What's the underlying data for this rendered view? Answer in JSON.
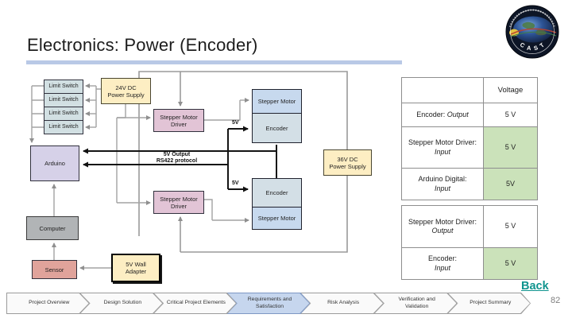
{
  "slide": {
    "title": "Electronics: Power (Encoder)",
    "back_label": "Back",
    "page_number": "82"
  },
  "logo": {
    "text": "CAST"
  },
  "diagram": {
    "boxes": [
      {
        "id": "limit-switch-1",
        "label": "Limit Switch"
      },
      {
        "id": "limit-switch-2",
        "label": "Limit Switch"
      },
      {
        "id": "limit-switch-3",
        "label": "Limit Switch"
      },
      {
        "id": "limit-switch-4",
        "label": "Limit Switch"
      },
      {
        "id": "psu-24v",
        "label": "24V DC\nPower Supply"
      },
      {
        "id": "stepper-driver-top",
        "label": "Stepper Motor\nDriver"
      },
      {
        "id": "stepper-motor-top",
        "label": "Stepper Motor"
      },
      {
        "id": "encoder-top",
        "label": "Encoder"
      },
      {
        "id": "arduino",
        "label": "Arduino"
      },
      {
        "id": "psu-36v",
        "label": "36V DC\nPower Supply"
      },
      {
        "id": "stepper-driver-bottom",
        "label": "Stepper Motor\nDriver"
      },
      {
        "id": "encoder-bottom",
        "label": "Encoder"
      },
      {
        "id": "stepper-motor-bottom",
        "label": "Stepper Motor"
      },
      {
        "id": "computer",
        "label": "Computer"
      },
      {
        "id": "sensor",
        "label": "Sensor"
      },
      {
        "id": "wall-adapter",
        "label": "5V Wall\nAdapter"
      }
    ],
    "labels": {
      "v5_top": "5V",
      "v5_bottom": "5V",
      "rs422": "5V Output\nRS422 protocol"
    }
  },
  "table": {
    "header": {
      "col1": "",
      "col2": "Voltage"
    },
    "rows": [
      {
        "table": 1,
        "name": "Encoder:",
        "qualifier": "Output",
        "inline": true,
        "voltage": "5 V",
        "green": false
      },
      {
        "table": 1,
        "name": "Stepper Motor Driver:",
        "qualifier": "Input",
        "inline": false,
        "voltage": "5 V",
        "green": true
      },
      {
        "table": 1,
        "name": "Arduino Digital:",
        "qualifier": "Input",
        "inline": false,
        "voltage": "5V",
        "green": true
      },
      {
        "table": 2,
        "name": "Stepper Motor Driver:",
        "qualifier": "Output",
        "inline": false,
        "voltage": "5 V",
        "green": false
      },
      {
        "table": 2,
        "name": "Encoder:",
        "qualifier": "Input",
        "inline": false,
        "voltage": "5 V",
        "green": true
      }
    ]
  },
  "nav": {
    "items": [
      {
        "label": "Project Overview",
        "active": false
      },
      {
        "label": "Design Solution",
        "active": false
      },
      {
        "label": "Critical Project Elements",
        "active": false
      },
      {
        "label": "Requirements and Satisfaction",
        "active": true
      },
      {
        "label": "Risk Analysis",
        "active": false
      },
      {
        "label": "Verification and Validation",
        "active": false
      },
      {
        "label": "Project Summary",
        "active": false
      }
    ]
  },
  "colors": {
    "title_underline": "#b9c9e6",
    "nav_active_bg": "#c6d6ee",
    "nav_active_border": "#7e98c4",
    "table_green": "#cbe2ba",
    "back_link": "#0f948e",
    "box_yellow": "#fdeec3",
    "box_pink": "#e2c4d6",
    "box_blue": "#c7d9ee",
    "box_encoder": "#d3dfe6",
    "box_arduino": "#d6d1e8",
    "box_computer": "#b1b4b6",
    "box_sensor": "#e0a39b",
    "box_switch": "#d2e0e3"
  }
}
